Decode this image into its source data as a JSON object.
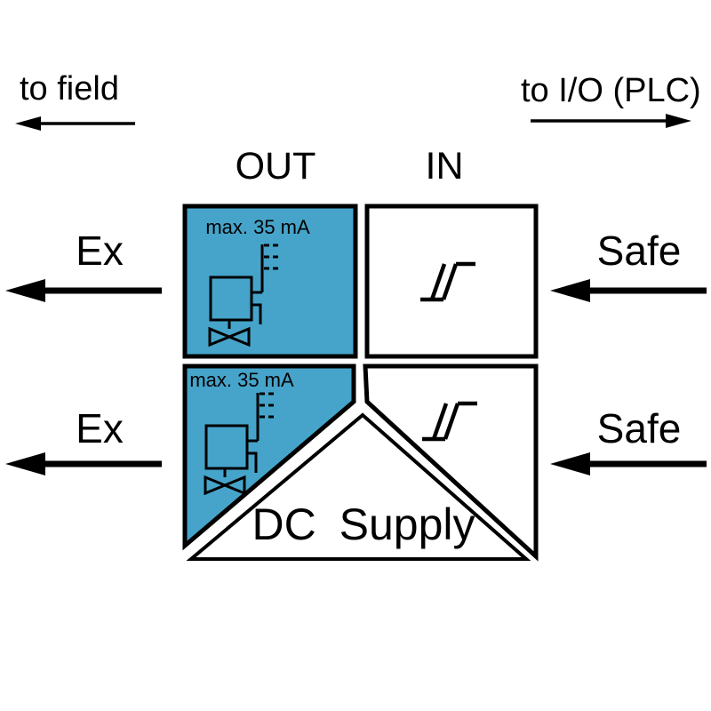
{
  "colors": {
    "ex_blue": "#46a4ca",
    "ink": "#000000",
    "paper": "#ffffff"
  },
  "header": {
    "to_field_label": "to field",
    "to_field_direction": "left",
    "to_io_label": "to I/O (PLC)",
    "to_io_direction": "right"
  },
  "column_labels": {
    "out": "OUT",
    "in": "IN"
  },
  "channels": [
    {
      "field_side_label": "Ex",
      "plc_side_label": "Safe",
      "output_note": "max. 35 mA",
      "output_icon": "solenoid-valve-icon",
      "input_icon": "hysteresis-icon",
      "field_arrow_direction": "left",
      "plc_arrow_direction": "left"
    },
    {
      "field_side_label": "Ex",
      "plc_side_label": "Safe",
      "output_note": "max. 35 mA",
      "output_icon": "solenoid-valve-icon",
      "input_icon": "hysteresis-icon",
      "field_arrow_direction": "left",
      "plc_arrow_direction": "left"
    }
  ],
  "supply_label": "DC Supply"
}
